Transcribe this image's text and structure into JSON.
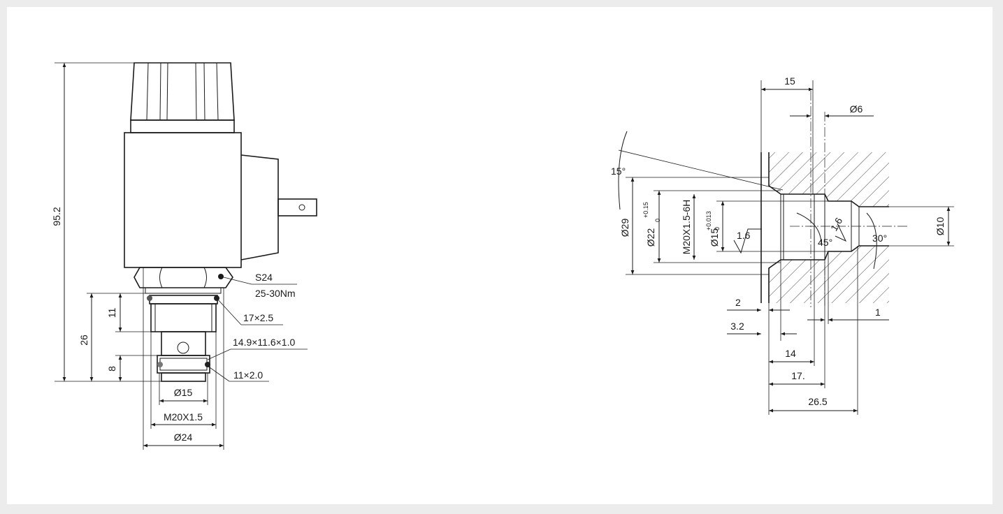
{
  "valve": {
    "dims": {
      "total_height": "95.2",
      "cartridge_length": "26",
      "upper_seat": "11",
      "lower_seat": "8",
      "dia_15": "Ø15",
      "thread": "M20X1.5",
      "dia_24": "Ø24"
    },
    "labels": {
      "hex": "S24",
      "torque": "25-30Nm",
      "oring_1": "17×2.5",
      "backup_ring": "14.9×11.6×1.0",
      "oring_2": "11×2.0"
    }
  },
  "cavity": {
    "dims": {
      "d15": "15",
      "d6": "Ø6",
      "angle_15": "15°",
      "dia_29": "Ø29",
      "dia_22": "Ø22",
      "dia_22_tol_upper": "+0.15",
      "dia_22_tol_lower": "0",
      "thread": "M20X1.5-6H",
      "dia_15": "Ø15",
      "dia_15_tol_upper": "+0.013",
      "dia_15_tol_lower": "0",
      "roughness_1": "1.6",
      "roughness_2": "1.6",
      "angle_45": "45°",
      "angle_30": "30°",
      "dia_10": "Ø10",
      "d2": "2",
      "d3_2": "3.2",
      "d14": "14",
      "d17": "17.",
      "d26_5": "26.5",
      "d1": "1"
    }
  }
}
